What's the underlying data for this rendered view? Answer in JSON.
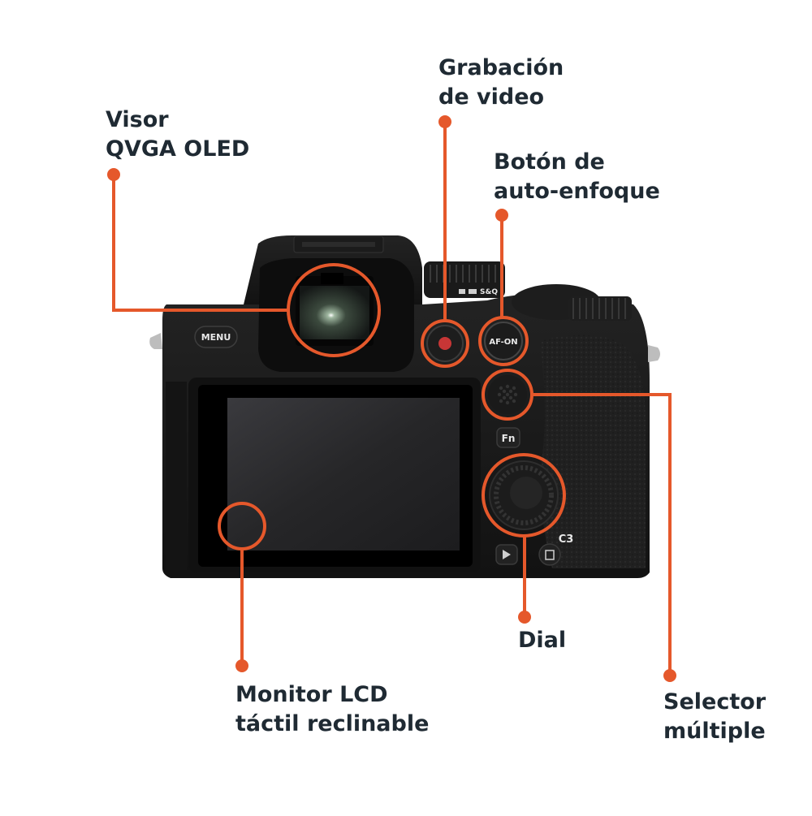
{
  "colors": {
    "accent": "#e5582b",
    "text": "#1f2a33",
    "camera_body": "#181818",
    "screen": "#2a2a2c"
  },
  "labels": {
    "visor": [
      "Visor",
      "QVGA OLED"
    ],
    "grabacion": [
      "Grabación",
      "de video"
    ],
    "af": [
      "Botón de",
      "auto-enfoque"
    ],
    "dial": [
      "Dial"
    ],
    "monitor": [
      "Monitor LCD",
      "táctil reclinable"
    ],
    "selector": [
      "Selector",
      "múltiple"
    ]
  },
  "camera_markings": {
    "menu": "MENU",
    "af_on": "AF-ON",
    "fn": "Fn",
    "c3": "C3",
    "mode": "S&Q"
  }
}
